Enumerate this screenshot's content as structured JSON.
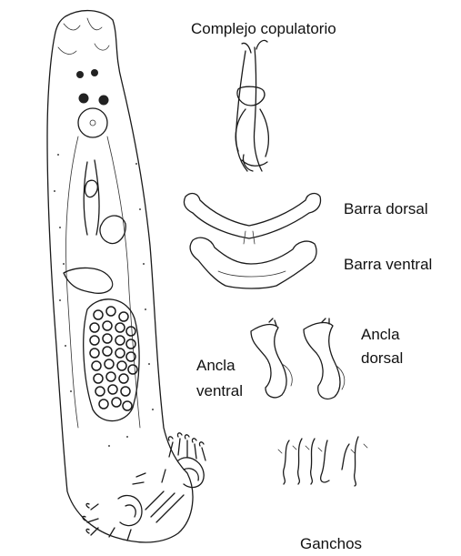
{
  "labels": {
    "copulatory_complex": "Complejo copulatorio",
    "dorsal_bar": "Barra dorsal",
    "ventral_bar": "Barra ventral",
    "dorsal_anchor_line1": "Ancla",
    "dorsal_anchor_line2": "dorsal",
    "ventral_anchor_line1": "Ancla",
    "ventral_anchor_line2": "ventral",
    "hooks": "Ganchos"
  },
  "colors": {
    "ink": "#1a1a1a",
    "background": "#ffffff"
  }
}
